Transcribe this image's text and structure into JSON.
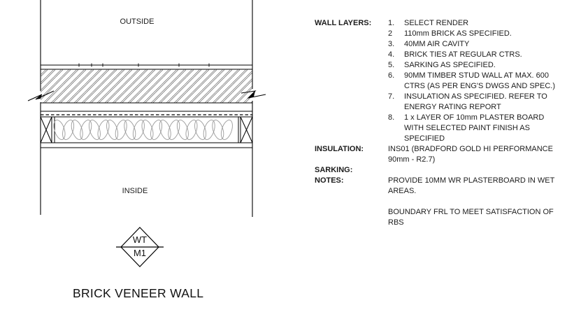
{
  "drawing": {
    "outside_label": "OUTSIDE",
    "inside_label": "INSIDE",
    "symbol": {
      "top": "WT",
      "bottom": "M1"
    },
    "title": "BRICK VENEER WALL"
  },
  "annotations": {
    "wall_layers": {
      "label": "WALL LAYERS:",
      "items": [
        {
          "num": "1.",
          "text": "SELECT RENDER"
        },
        {
          "num": "2",
          "text": "110mm BRICK AS SPECIFIED."
        },
        {
          "num": "3.",
          "text": "40MM AIR CAVITY"
        },
        {
          "num": "4.",
          "text": "BRICK TIES AT REGULAR CTRS."
        },
        {
          "num": "5.",
          "text": "SARKING AS SPECIFIED."
        },
        {
          "num": "6.",
          "text": "90MM TIMBER STUD WALL AT MAX. 600\nCTRS (AS PER ENG'S DWGS AND SPEC.)"
        },
        {
          "num": "7.",
          "text": "INSULATION AS SPECIFIED. REFER TO\nENERGY RATING REPORT"
        },
        {
          "num": "8.",
          "text": "1 x LAYER OF 10mm PLASTER BOARD\nWITH SELECTED PAINT FINISH AS\nSPECIFIED"
        }
      ]
    },
    "insulation": {
      "label": "INSULATION:",
      "text": "INS01 (BRADFORD GOLD HI PERFORMANCE\n90mm - R2.7)"
    },
    "sarking": {
      "label": "SARKING:",
      "text": ""
    },
    "notes": {
      "label": "NOTES:",
      "text_1": "PROVIDE 10MM WR PLASTERBOARD IN WET\nAREAS.",
      "text_2": "BOUNDARY FRL TO MEET SATISFACTION OF\nRBS"
    }
  },
  "colors": {
    "line": "#000000",
    "hatch": "#4a4a4a",
    "insulation_loop": "#9a9a9a",
    "text": "#1c1c1c"
  }
}
